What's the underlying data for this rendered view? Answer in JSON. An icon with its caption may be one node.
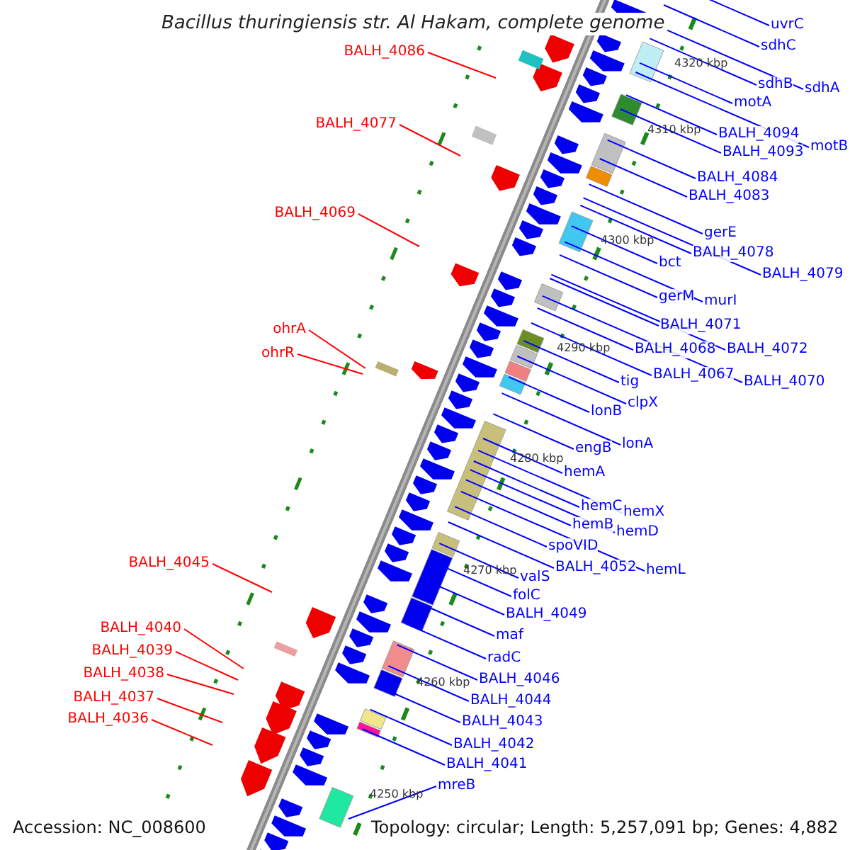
{
  "diagram": {
    "title": "Bacillus thuringiensis str. Al Hakam, complete genome",
    "nodes": [
      {
        "text": [
          "uvrC"
        ]
      },
      {
        "text": [
          "sdhC"
        ]
      },
      {
        "text": [
          "BALH_4086"
        ]
      },
      {
        "text": [
          "sdhB"
        ]
      },
      {
        "text": [
          "sdhA"
        ]
      },
      {
        "text": [
          "motA"
        ]
      },
      {
        "text": [
          "BALH_4077"
        ]
      },
      {
        "text": [
          "BALH_4094"
        ]
      },
      {
        "text": [
          "motB"
        ]
      },
      {
        "text": [
          "BALH_4093"
        ]
      },
      {
        "text": [
          "BALH_4084"
        ]
      },
      {
        "text": [
          "BALH_4083"
        ]
      },
      {
        "text": [
          "BALH_4069"
        ]
      },
      {
        "text": [
          "gerE"
        ]
      },
      {
        "text": [
          "BALH_4078"
        ]
      },
      {
        "text": [
          "bct"
        ]
      },
      {
        "text": [
          "BALH_4079"
        ]
      },
      {
        "text": [
          "gerM"
        ]
      },
      {
        "text": [
          "murI"
        ]
      },
      {
        "text": [
          "BALH_4071"
        ]
      },
      {
        "text": [
          "ohrA"
        ]
      },
      {
        "text": [
          "BALH_4068"
        ]
      },
      {
        "text": [
          "BALH_4072"
        ]
      },
      {
        "text": [
          "ohrR"
        ]
      },
      {
        "text": [
          "BALH_4067"
        ]
      },
      {
        "text": [
          "tig"
        ]
      },
      {
        "text": [
          "BALH_4070"
        ]
      },
      {
        "text": [
          "clpX"
        ]
      },
      {
        "text": [
          "lonB"
        ]
      },
      {
        "text": [
          "lonA"
        ]
      },
      {
        "text": [
          "engB"
        ]
      },
      {
        "text": [
          "hemA"
        ]
      },
      {
        "text": [
          "hemC"
        ]
      },
      {
        "text": [
          "hemX"
        ]
      },
      {
        "text": [
          "hemB"
        ]
      },
      {
        "text": [
          "hemD"
        ]
      },
      {
        "text": [
          "spoVID"
        ]
      },
      {
        "text": [
          "BALH_4045"
        ]
      },
      {
        "text": [
          "BALH_4052"
        ]
      },
      {
        "text": [
          "hemL"
        ]
      },
      {
        "text": [
          "valS"
        ]
      },
      {
        "text": [
          "folC"
        ]
      },
      {
        "text": [
          "BALH_4049"
        ]
      },
      {
        "text": [
          "BALH_4040"
        ]
      },
      {
        "text": [
          "maf"
        ]
      },
      {
        "text": [
          "BALH_4039"
        ]
      },
      {
        "text": [
          "radC"
        ]
      },
      {
        "text": [
          "BALH_4038"
        ]
      },
      {
        "text": [
          "BALH_4046"
        ]
      },
      {
        "text": [
          "BALH_4037"
        ]
      },
      {
        "text": [
          "BALH_4044"
        ]
      },
      {
        "text": [
          "BALH_4036"
        ]
      },
      {
        "text": [
          "BALH_4043"
        ]
      },
      {
        "text": [
          "BALH_4042"
        ]
      },
      {
        "text": [
          "BALH_4041"
        ]
      },
      {
        "text": [
          "mreB"
        ]
      }
    ],
    "edges": [
      {
        "from": 0,
        "to": null,
        "arrow": "none"
      },
      {
        "from": 1,
        "to": null,
        "arrow": "none"
      },
      {
        "from": 2,
        "to": null,
        "arrow": "none",
        "color": "#ff0000"
      },
      {
        "from": 3,
        "to": null,
        "arrow": "none"
      },
      {
        "from": 4,
        "to": null,
        "arrow": "none"
      },
      {
        "from": 5,
        "to": null,
        "arrow": "none"
      },
      {
        "from": 6,
        "to": null,
        "arrow": "none",
        "color": "#ff0000"
      },
      {
        "from": 7,
        "to": null,
        "arrow": "none"
      },
      {
        "from": 8,
        "to": null,
        "arrow": "none"
      },
      {
        "from": 9,
        "to": null,
        "arrow": "none"
      },
      {
        "from": 10,
        "to": null,
        "arrow": "none"
      },
      {
        "from": 11,
        "to": null,
        "arrow": "none"
      },
      {
        "from": 12,
        "to": null,
        "arrow": "none",
        "color": "#ff0000"
      },
      {
        "from": 13,
        "to": null,
        "arrow": "none"
      },
      {
        "from": 14,
        "to": null,
        "arrow": "none"
      },
      {
        "from": 15,
        "to": null,
        "arrow": "none"
      },
      {
        "from": 16,
        "to": null,
        "arrow": "none"
      },
      {
        "from": 17,
        "to": null,
        "arrow": "none"
      },
      {
        "from": 18,
        "to": null,
        "arrow": "none"
      },
      {
        "from": 19,
        "to": null,
        "arrow": "none"
      },
      {
        "from": 20,
        "to": null,
        "arrow": "none",
        "color": "#ff0000"
      },
      {
        "from": 21,
        "to": null,
        "arrow": "none"
      },
      {
        "from": 22,
        "to": null,
        "arrow": "none"
      },
      {
        "from": 23,
        "to": null,
        "arrow": "none",
        "color": "#ff0000"
      },
      {
        "from": 24,
        "to": null,
        "arrow": "none"
      },
      {
        "from": 25,
        "to": null,
        "arrow": "none"
      },
      {
        "from": 26,
        "to": null,
        "arrow": "none"
      },
      {
        "from": 27,
        "to": null,
        "arrow": "none"
      },
      {
        "from": 28,
        "to": null,
        "arrow": "none"
      },
      {
        "from": 29,
        "to": null,
        "arrow": "none"
      },
      {
        "from": 30,
        "to": null,
        "arrow": "none"
      },
      {
        "from": 31,
        "to": null,
        "arrow": "none"
      },
      {
        "from": 32,
        "to": null,
        "arrow": "none"
      },
      {
        "from": 33,
        "to": null,
        "arrow": "none"
      },
      {
        "from": 34,
        "to": null,
        "arrow": "none"
      },
      {
        "from": 35,
        "to": null,
        "arrow": "none"
      },
      {
        "from": 36,
        "to": null,
        "arrow": "none"
      },
      {
        "from": 37,
        "to": null,
        "arrow": "none",
        "color": "#ff0000"
      },
      {
        "from": 38,
        "to": null,
        "arrow": "none"
      },
      {
        "from": 39,
        "to": null,
        "arrow": "none"
      },
      {
        "from": 40,
        "to": null,
        "arrow": "none"
      },
      {
        "from": 41,
        "to": null,
        "arrow": "none"
      },
      {
        "from": 42,
        "to": null,
        "arrow": "none"
      },
      {
        "from": 43,
        "to": null,
        "arrow": "none",
        "color": "#ff0000"
      },
      {
        "from": 44,
        "to": null,
        "arrow": "none"
      },
      {
        "from": 45,
        "to": null,
        "arrow": "none",
        "color": "#ff0000"
      },
      {
        "from": 46,
        "to": null,
        "arrow": "none"
      },
      {
        "from": 47,
        "to": null,
        "arrow": "none",
        "color": "#ff0000"
      },
      {
        "from": 48,
        "to": null,
        "arrow": "none"
      },
      {
        "from": 49,
        "to": null,
        "arrow": "none",
        "color": "#ff0000"
      },
      {
        "from": 50,
        "to": null,
        "arrow": "none"
      },
      {
        "from": 51,
        "to": null,
        "arrow": "none",
        "color": "#ff0000"
      },
      {
        "from": 52,
        "to": null,
        "arrow": "none"
      },
      {
        "from": 53,
        "to": null,
        "arrow": "none"
      },
      {
        "from": 54,
        "to": null,
        "arrow": "none"
      },
      {
        "from": 55,
        "to": null,
        "arrow": "none"
      }
    ],
    "labels": [
      "4320 kbp",
      "4310 kbp",
      "4300 kbp",
      "4290 kbp",
      "4280 kbp",
      "4270 kbp",
      "4260 kbp",
      "4250 kbp",
      "Accession: NC_008600",
      "Topology: circular; Length: 5,257,091 bp; Genes: 4,882"
    ]
  }
}
